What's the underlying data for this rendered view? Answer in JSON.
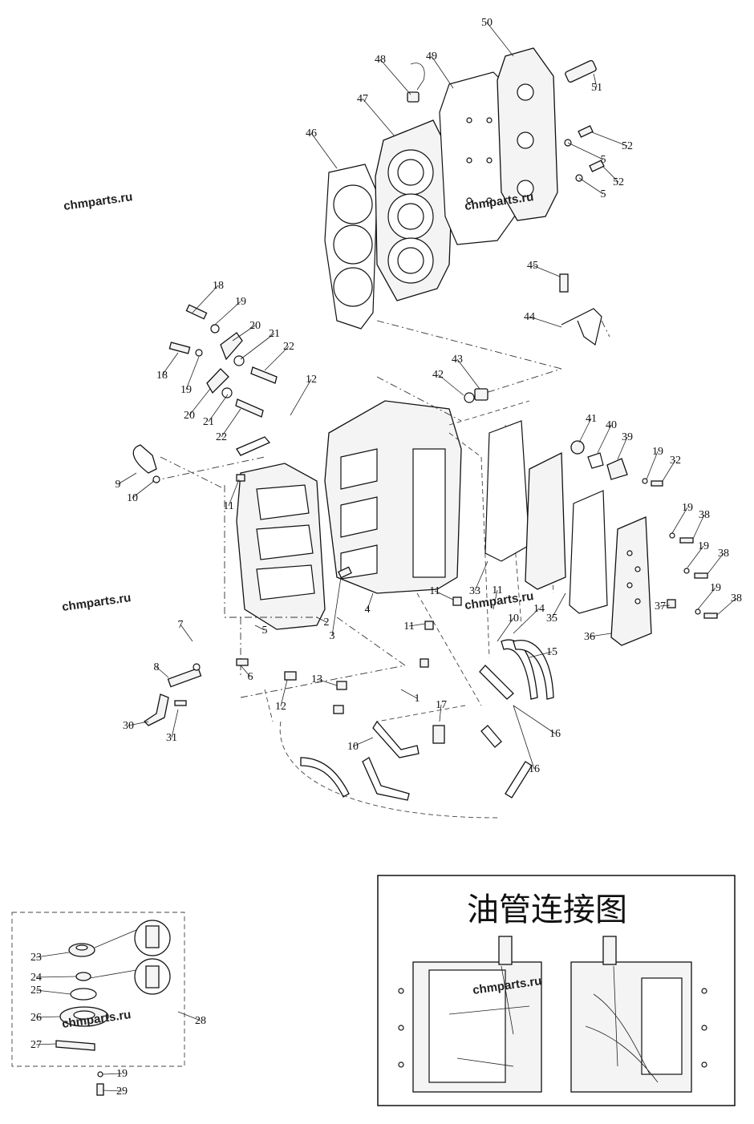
{
  "watermarks": [
    "chmparts.ru",
    "chmparts.ru",
    "chmparts.ru",
    "chmparts.ru",
    "chmparts.ru"
  ],
  "callouts": [
    "1",
    "2",
    "3",
    "4",
    "5",
    "5",
    "5",
    "6",
    "7",
    "8",
    "9",
    "10",
    "10",
    "10",
    "11",
    "11",
    "11",
    "11",
    "12",
    "12",
    "13",
    "14",
    "15",
    "16",
    "16",
    "17",
    "18",
    "18",
    "19",
    "19",
    "19",
    "19",
    "19",
    "19",
    "19",
    "20",
    "20",
    "21",
    "21",
    "22",
    "22",
    "23",
    "24",
    "25",
    "26",
    "27",
    "28",
    "29",
    "30",
    "31",
    "32",
    "33",
    "35",
    "36",
    "37",
    "38",
    "38",
    "38",
    "39",
    "40",
    "41",
    "42",
    "43",
    "44",
    "45",
    "46",
    "47",
    "48",
    "49",
    "50",
    "51",
    "52",
    "52"
  ],
  "inset": {
    "title": "油管连接图"
  }
}
